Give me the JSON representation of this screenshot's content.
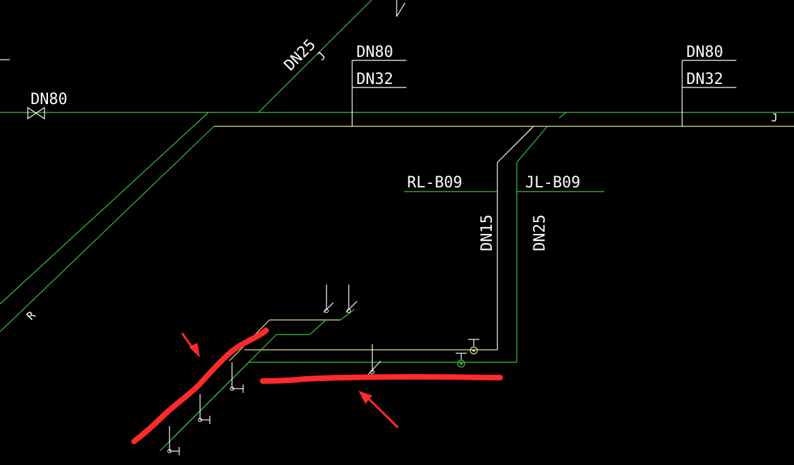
{
  "colors": {
    "background": "#000000",
    "green_pipe": "#3ec43e",
    "yellow_pipe": "#e6e69a",
    "white": "#ffffff",
    "annotation_red": "#ff2a2a"
  },
  "labels": {
    "top_left_valve": "DN80",
    "diagonal_top": "DN25",
    "diagonal_top_tag": "J",
    "box1_top": "DN80",
    "box1_bottom": "DN32",
    "box2_top": "DN80",
    "box2_bottom": "DN32",
    "main_right_tag": "J",
    "riser_left": "RL-B09",
    "riser_right": "JL-B09",
    "riser_left_dn": "DN15",
    "riser_right_dn": "DN25",
    "diag_left_tag": "R"
  },
  "icons": {
    "gate_valve": "gate-valve-icon",
    "arrow_upper": "red-arrow-icon",
    "arrow_lower": "red-arrow-icon"
  }
}
